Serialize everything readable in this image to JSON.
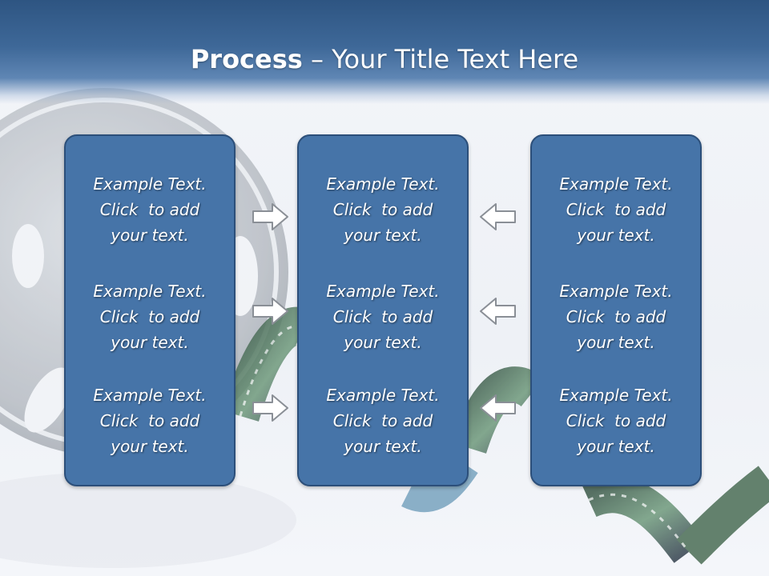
{
  "slide": {
    "title_bold": "Process",
    "title_rest": " – Your Title Text Here"
  },
  "columns": [
    {
      "items": [
        {
          "line1": "Example Text.",
          "line2": "Click  to add",
          "line3": "your text."
        },
        {
          "line1": "Example Text.",
          "line2": "Click  to add",
          "line3": "your text."
        },
        {
          "line1": "Example Text.",
          "line2": "Click  to add",
          "line3": "your text."
        }
      ]
    },
    {
      "items": [
        {
          "line1": "Example Text.",
          "line2": "Click  to add",
          "line3": "your text."
        },
        {
          "line1": "Example Text.",
          "line2": "Click  to add",
          "line3": "your text."
        },
        {
          "line1": "Example Text.",
          "line2": "Click  to add",
          "line3": "your text."
        }
      ]
    },
    {
      "items": [
        {
          "line1": "Example Text.",
          "line2": "Click  to add",
          "line3": "your text."
        },
        {
          "line1": "Example Text.",
          "line2": "Click  to add",
          "line3": "your text."
        },
        {
          "line1": "Example Text.",
          "line2": "Click  to add",
          "line3": "your text."
        }
      ]
    }
  ],
  "arrows": {
    "left_column": [
      "right-arrow-icon",
      "right-arrow-icon",
      "right-arrow-icon"
    ],
    "right_column": [
      "left-arrow-icon",
      "left-arrow-icon",
      "left-arrow-icon"
    ]
  },
  "colors": {
    "header": "#3e6898",
    "panel_fill": "#4674a8",
    "panel_border": "#2c4f7a",
    "text": "#ffffff"
  }
}
